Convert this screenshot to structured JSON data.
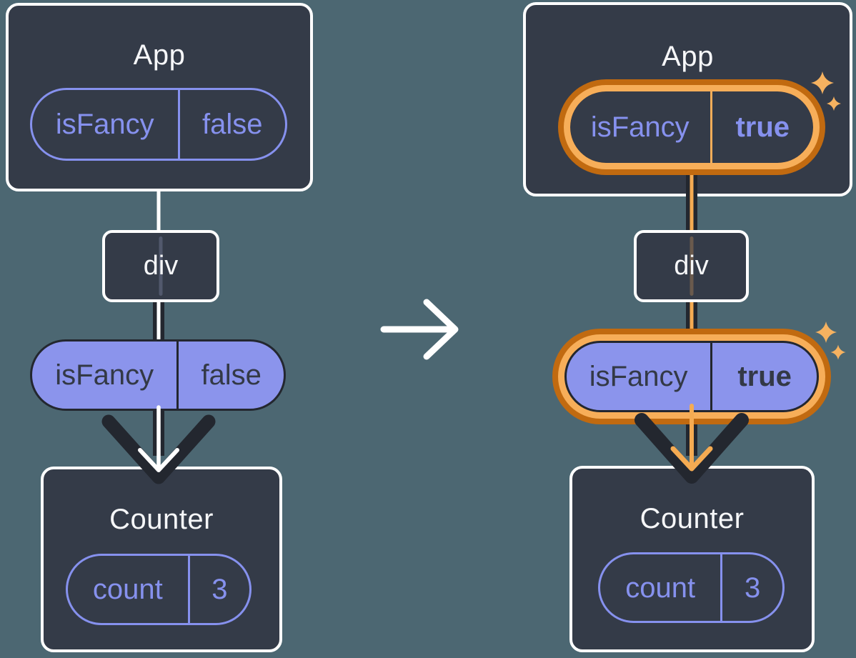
{
  "colors": {
    "background": "#4C6772",
    "card": "#343B48",
    "card-border": "#FFFFFF",
    "title": "#F6F7F9",
    "purple": "#8691EE",
    "pill-fill": "#8B94EC",
    "ink": "#23272F",
    "ink-text": "#333946",
    "orange-light": "#F7AE59",
    "orange-dark": "#C16A10",
    "orange-arrow": "#F5AB52",
    "sparkle": "#F6B260",
    "white": "#FFFFFF"
  },
  "before": {
    "app": {
      "title": "App",
      "state_name": "isFancy",
      "state_value": "false"
    },
    "container": {
      "label": "div"
    },
    "prop": {
      "name": "isFancy",
      "value": "false"
    },
    "counter": {
      "title": "Counter",
      "state_name": "count",
      "state_value": "3"
    }
  },
  "after": {
    "app": {
      "title": "App",
      "state_name": "isFancy",
      "state_value": "true"
    },
    "container": {
      "label": "div"
    },
    "prop": {
      "name": "isFancy",
      "value": "true"
    },
    "counter": {
      "title": "Counter",
      "state_name": "count",
      "state_value": "3"
    }
  }
}
